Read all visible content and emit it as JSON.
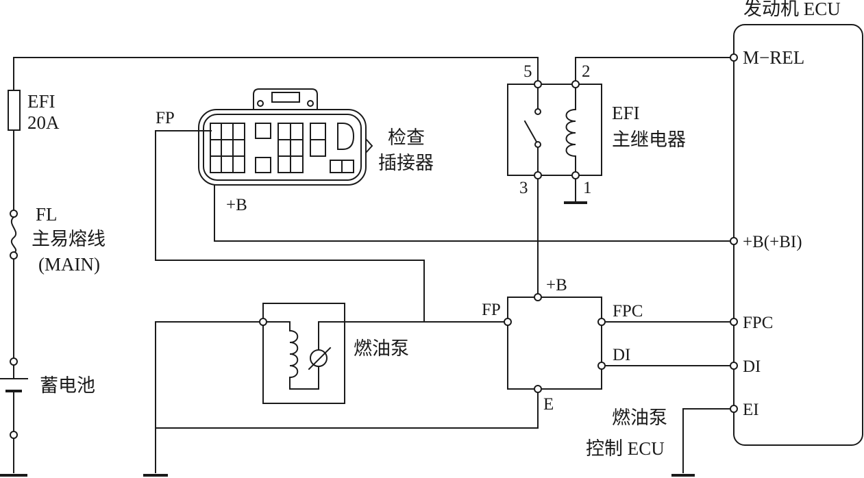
{
  "title": "",
  "components": {
    "engine_ecu": "发动机 ECU",
    "efi_fuse": {
      "name": "EFI",
      "rating": "20A"
    },
    "fl_fuse": {
      "name": "FL",
      "desc": "主易熔线",
      "sub": "(MAIN)"
    },
    "battery": "蓄电池",
    "check_connector": {
      "line1": "检查",
      "line2": "插接器"
    },
    "efi_relay": {
      "name": "EFI",
      "desc": "主继电器"
    },
    "fuel_pump": "燃油泵",
    "pump_ecu": {
      "line1": "燃油泵",
      "line2": "控制 ECU"
    }
  },
  "terminals": {
    "m_rel": "M−REL",
    "b_bi": "+B(+BI)",
    "fpc": "FPC",
    "di": "DI",
    "ei": "EI",
    "fp_connector": "FP",
    "b_connector": "+B",
    "relay_5": "5",
    "relay_2": "2",
    "relay_3": "3",
    "relay_1": "1",
    "pump_ecu_b": "+B",
    "pump_ecu_fp": "FP",
    "pump_ecu_fpc": "FPC",
    "pump_ecu_di": "DI",
    "pump_ecu_e": "E"
  }
}
